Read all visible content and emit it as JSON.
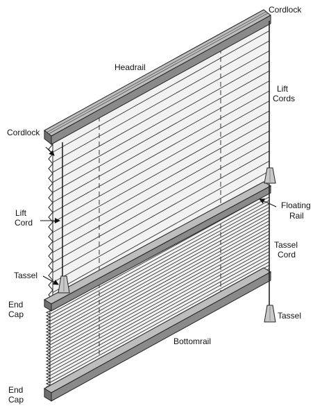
{
  "labels": {
    "cordlock_top": "Cordlock",
    "headrail": "Headrail",
    "lift_cords_1": "Lift",
    "lift_cords_2": "Cords",
    "cordlock_left": "Cordlock",
    "floating_rail_1": "Floating",
    "floating_rail_2": "Rail",
    "lift_cord_1": "Lift",
    "lift_cord_2": "Cord",
    "tassel_cord_1": "Tassel",
    "tassel_cord_2": "Cord",
    "tassel_left": "Tassel",
    "end_cap_top_1": "End",
    "end_cap_top_2": "Cap",
    "tassel_right": "Tassel",
    "bottomrail": "Bottomrail",
    "end_cap_bottom_1": "End",
    "end_cap_bottom_2": "Cap"
  },
  "colors": {
    "line": "#222222",
    "fabric": "#f2f2f2",
    "rail_top": "#bdbdbd",
    "rail_front": "#8a8a8a",
    "end_cap": "#6f6f6f",
    "tassel": "#c8c8c8"
  },
  "icons": {
    "cordlock": "cordlock-shape",
    "tassel": "tassel-shape",
    "arrow": "arrow-head"
  }
}
